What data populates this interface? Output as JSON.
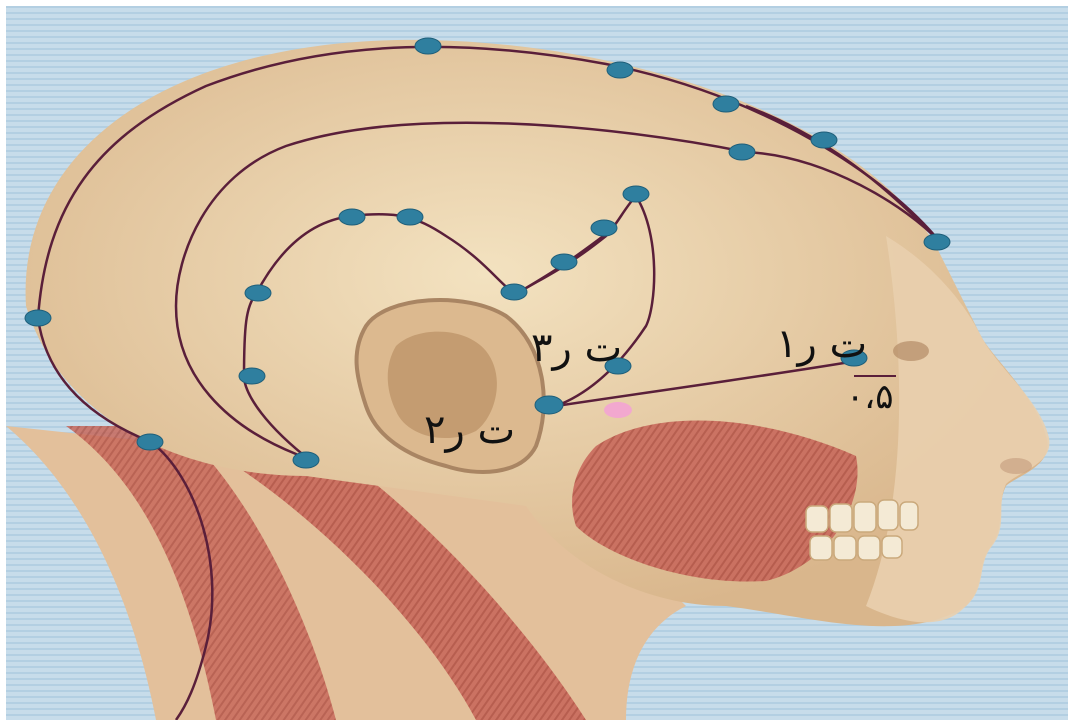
{
  "labels": {
    "point_1": "ت ر۱",
    "point_2": "ت ر۲",
    "point_3": "ت ر۳",
    "measure": "۰،۵"
  },
  "colors": {
    "background_stripes": "#b9d4e6",
    "skin": "#e8c9a4",
    "muscle": "#c9655a",
    "meridian_line": "#5a1f3a",
    "acupoint": "#2f7f9f",
    "highlight_point": "#f2a8cf"
  }
}
